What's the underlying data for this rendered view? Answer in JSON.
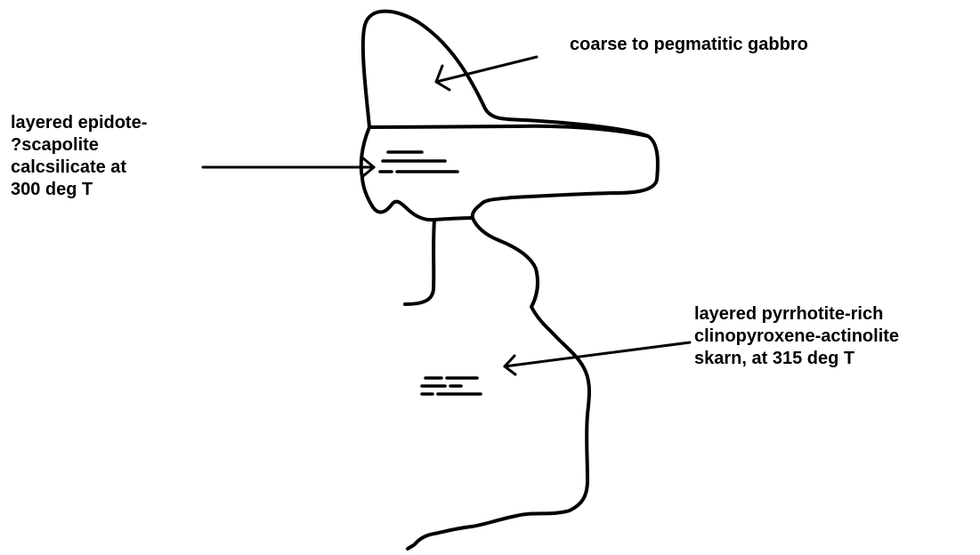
{
  "labels": {
    "gabbro": {
      "lines": [
        "coarse to pegmatitic gabbro"
      ]
    },
    "calcsilicate": {
      "lines": [
        "layered epidote-",
        "?scapolite",
        "calcsilicate at",
        "300 deg T"
      ]
    },
    "skarn": {
      "lines": [
        "layered pyrrhotite-rich",
        "clinopyroxene-actinolite",
        "skarn, at 315 deg T"
      ]
    }
  },
  "colors": {
    "ink": "#000000",
    "background": "#ffffff"
  }
}
